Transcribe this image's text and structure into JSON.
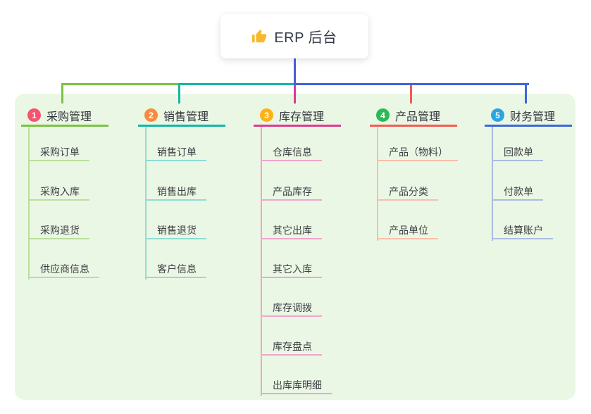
{
  "root": {
    "label": "ERP 后台",
    "icon": "thumbs-up-icon",
    "icon_color": "#F9B82B"
  },
  "colors": {
    "panel_background": "#EBF7E5",
    "trunk": "#4B5BD3",
    "title_text": "#35383E",
    "child_text": "#3D3F42"
  },
  "branches": [
    {
      "num": "1",
      "label": "采购管理",
      "badge_color": "#F5536E",
      "line_color": "#7CC243",
      "light_color": "#B9DF9B",
      "children": [
        "采购订单",
        "采购入库",
        "采购退货",
        "供应商信息"
      ]
    },
    {
      "num": "2",
      "label": "销售管理",
      "badge_color": "#F98B3F",
      "line_color": "#12B7A7",
      "light_color": "#8FDCD4",
      "children": [
        "销售订单",
        "销售出库",
        "销售退货",
        "客户信息"
      ]
    },
    {
      "num": "3",
      "label": "库存管理",
      "badge_color": "#FFB118",
      "line_color": "#DF3A92",
      "light_color": "#F2A4CD",
      "children": [
        "仓库信息",
        "产品库存",
        "其它出库",
        "其它入库",
        "库存调拨",
        "库存盘点",
        "出库库明细"
      ]
    },
    {
      "num": "4",
      "label": "产品管理",
      "badge_color": "#2BBA55",
      "line_color": "#F65A54",
      "light_color": "#FBBCAB",
      "children": [
        "产品（物料）",
        "产品分类",
        "产品单位"
      ]
    },
    {
      "num": "5",
      "label": "财务管理",
      "badge_color": "#2BA4E0",
      "line_color": "#3E66D8",
      "light_color": "#A9BCE0",
      "children": [
        "回款单",
        "付款单",
        "结算账户"
      ]
    }
  ]
}
